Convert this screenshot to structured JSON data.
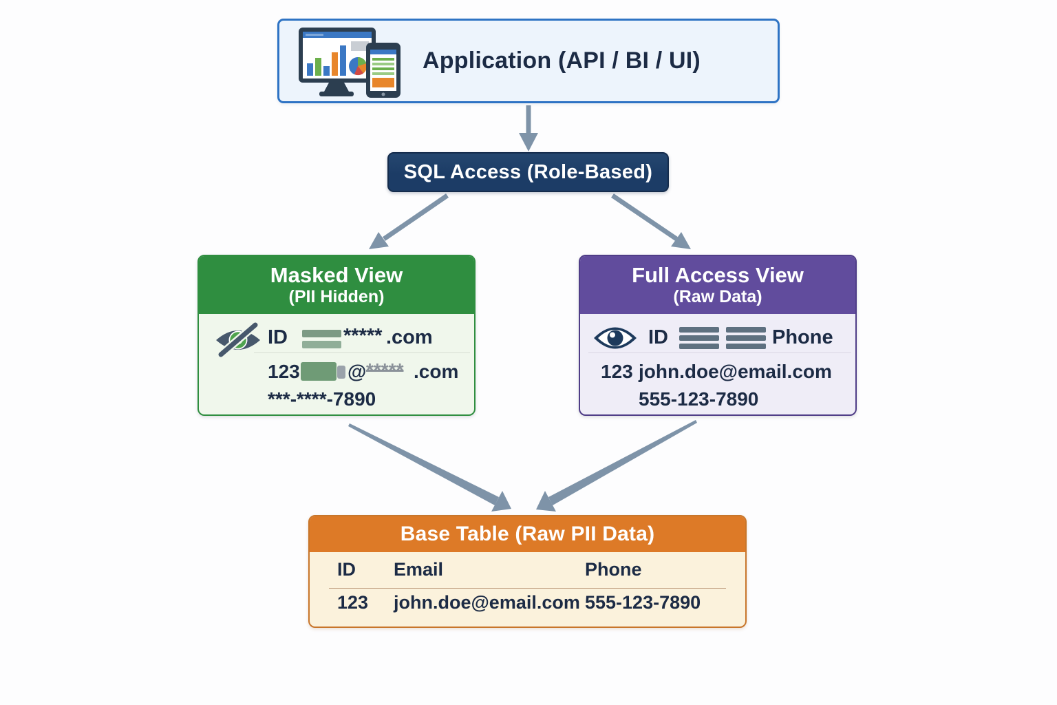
{
  "app_box": {
    "label": "Application (API / BI / UI)"
  },
  "sql_box": {
    "label": "SQL Access (Role-Based)"
  },
  "masked_view": {
    "title": "Masked View",
    "subtitle": "(PII Hidden)",
    "schema_row": {
      "id_label": "ID",
      "masked_stars": "*****",
      "domain_suffix": ".com"
    },
    "data_row": {
      "id_value": "123",
      "at_symbol": "@",
      "masked_stars": "*****",
      "domain_suffix": ".com"
    },
    "phone_masked": "***-****-7890"
  },
  "full_view": {
    "title": "Full Access View",
    "subtitle": "(Raw Data)",
    "schema_row": {
      "id_label": "ID",
      "phone_label": "Phone"
    },
    "data_row": {
      "id_value": "123",
      "email": "john.doe@email.com"
    },
    "phone_value": "555-123-7890"
  },
  "base_table": {
    "title": "Base Table (Raw PII Data)",
    "columns": [
      "ID",
      "Email",
      "Phone"
    ],
    "row": [
      "123",
      "john.doe@email.com",
      "555-123-7890"
    ]
  },
  "icons": {
    "app": "devices-dashboard-icon",
    "masked": "eye-slash-icon",
    "full": "eye-icon"
  },
  "colors": {
    "app_bg": "#EDF4FC",
    "app_border": "#2E73C4",
    "sql_bg": "#1C3C66",
    "masked_header": "#2F8E40",
    "masked_body": "#F0F7EC",
    "masked_border": "#2F8E40",
    "full_header": "#614C9D",
    "full_body": "#EFEDF7",
    "full_border": "#4F3D87",
    "base_header": "#DD7A27",
    "base_body": "#FBF2DC",
    "base_border": "#C8762B",
    "arrow": "#7E93A8",
    "text_dark": "#1C2B45",
    "redaction_green": "#6F9B76",
    "bar_green_1": "#7C9A84",
    "bar_green_2": "#90AE98",
    "bar_slate": "#5E7080"
  }
}
